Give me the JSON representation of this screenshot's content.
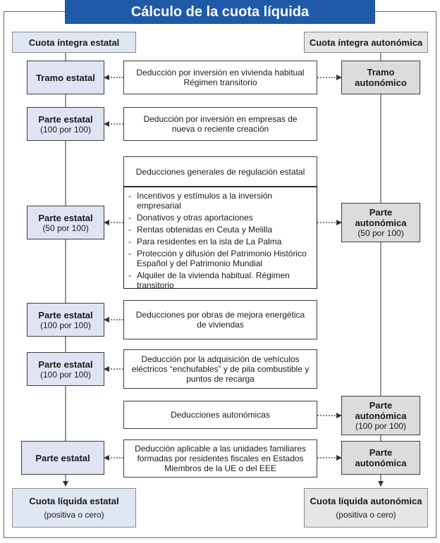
{
  "title": "Cálculo de la cuota líquida",
  "left": {
    "header": "Cuota íntegra estatal",
    "tramo": "Tramo estatal",
    "parte1": {
      "label": "Parte estatal",
      "pct": "(100 por 100)"
    },
    "parte2": {
      "label": "Parte estatal",
      "pct": "(50 por 100)"
    },
    "parte3": {
      "label": "Parte estatal",
      "pct": "(100 por 100)"
    },
    "parte4": {
      "label": "Parte estatal",
      "pct": "(100 por 100)"
    },
    "parte5": {
      "label": "Parte estatal"
    },
    "result": {
      "label": "Cuota líquida estatal",
      "sub": "(positiva o cero)"
    }
  },
  "right": {
    "header": "Cuota íntegra autonómica",
    "tramo": "Tramo autonómico",
    "parte1": {
      "label": "Parte autonómica",
      "pct": "(50 por 100)"
    },
    "parte2": {
      "label": "Parte autonómica",
      "pct": "(100 por 100)"
    },
    "parte3": {
      "label": "Parte autonómica"
    },
    "result": {
      "label": "Cuota líquida autonómica",
      "sub": "(positiva o cero)"
    }
  },
  "middle": {
    "d1": {
      "line1": "Deducción por inversión en vivienda habitual",
      "line2": "Régimen transitorio"
    },
    "d2": "Deducción por inversión en empresas de nueva o reciente creación",
    "d3_title": "Deducciones generales de regulación estatal",
    "d3_items": [
      "Incentivos y estímulos a la inversión empresarial",
      "Donativos y otras aportaciones",
      "Rentas obtenidas en Ceuta y Melilla",
      "Para residentes en la isla de La Palma",
      "Protección y difusión del Patrimonio Histórico Español y del Patrimonio Mundial",
      "Alquiler de la vivienda habitual. Régimen transitorio"
    ],
    "bullet": "-",
    "d4": "Deducciones por obras de mejora energética de viviendas",
    "d5": "Deducción por la adquisición de vehículos eléctricos “enchufables” y de pila combustible y puntos de recarga",
    "d6": "Deducciones autonómicas",
    "d7": "Deducción aplicable a las unidades familiares formadas por residentes fiscales en Estados Miembros de la UE o del EEE"
  },
  "colors": {
    "title_bg": "#1f5aa8",
    "left_fill": "#dfe3f2",
    "right_fill": "#dcdcdc"
  }
}
